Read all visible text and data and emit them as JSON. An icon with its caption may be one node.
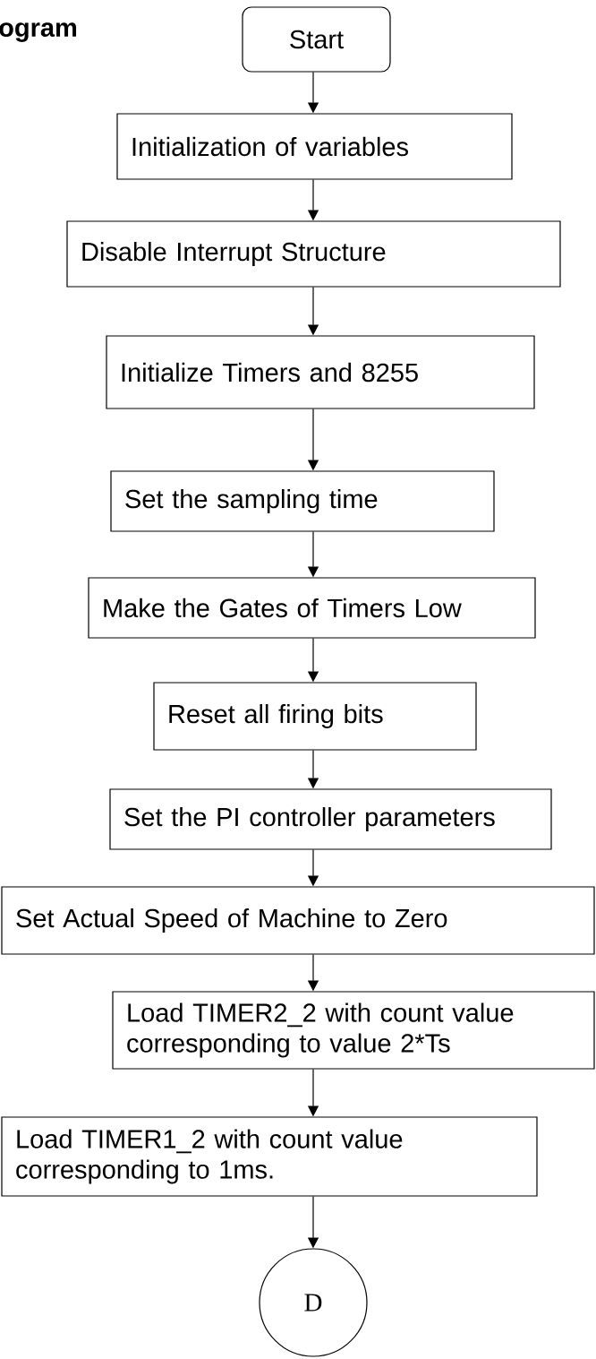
{
  "diagram": {
    "nodes": [
      {
        "text": [
          "Start"
        ]
      },
      {
        "text": [
          "Initialization of variables"
        ]
      },
      {
        "text": [
          "Disable Interrupt Structure"
        ]
      },
      {
        "text": [
          "Initialize Timers and 8255"
        ]
      },
      {
        "text": [
          "Set the sampling time"
        ]
      },
      {
        "text": [
          "Make the Gates of Timers Low"
        ]
      },
      {
        "text": [
          "Reset all firing bits"
        ]
      },
      {
        "text": [
          "Set the PI controller parameters"
        ]
      },
      {
        "text": [
          "Set Actual Speed of Machine to Zero"
        ]
      },
      {
        "text": [
          "Load TIMER2_2 with count value corresponding to value 2*Ts"
        ]
      },
      {
        "text": [
          "Load TIMER1_2 with count value corresponding to 1ms."
        ]
      },
      {
        "text": [
          "D"
        ]
      }
    ],
    "edges": [
      {
        "from": 0,
        "to": 1,
        "arrow": "to"
      },
      {
        "from": 1,
        "to": 2,
        "arrow": "to"
      },
      {
        "from": 2,
        "to": 3,
        "arrow": "to"
      },
      {
        "from": 3,
        "to": 4,
        "arrow": "to"
      },
      {
        "from": 4,
        "to": 5,
        "arrow": "to"
      },
      {
        "from": 5,
        "to": 6,
        "arrow": "to"
      },
      {
        "from": 6,
        "to": 7,
        "arrow": "to"
      },
      {
        "from": 7,
        "to": 8,
        "arrow": "to"
      },
      {
        "from": 8,
        "to": 9,
        "arrow": "to"
      },
      {
        "from": 9,
        "to": 10,
        "arrow": "to"
      },
      {
        "from": 10,
        "to": 11,
        "arrow": "to"
      }
    ],
    "labels": [
      "ogram"
    ]
  }
}
